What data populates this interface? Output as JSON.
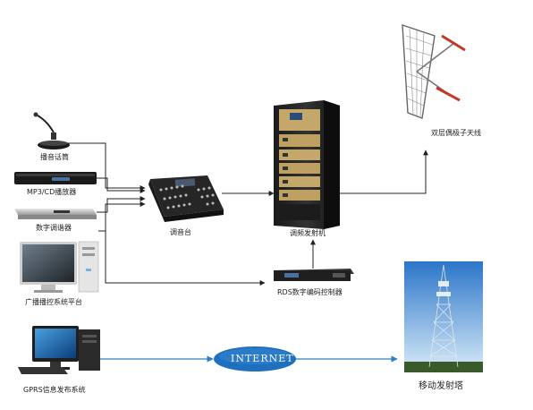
{
  "labels": {
    "microphone": "播音话筒",
    "mp3_cd": "MP3/CD播放器",
    "digital_tuner": "数字调谐器",
    "broadcast_platform": "广播播控系统平台",
    "gprs_system": "GPRS信息发布系统",
    "mixer": "调音台",
    "fm_transmitter": "调频发射机",
    "rds_controller": "RDS数字编码控制器",
    "dipole_antenna": "双层偶极子天线",
    "mobile_tower": "移动发射塔",
    "internet": "INTERNET"
  },
  "colors": {
    "line": "#222222",
    "internet_line": "#2f7fc7",
    "cloud_fill": "#1f6fbf",
    "sky_top": "#2c76c9",
    "sky_bottom": "#d9ecf8"
  }
}
